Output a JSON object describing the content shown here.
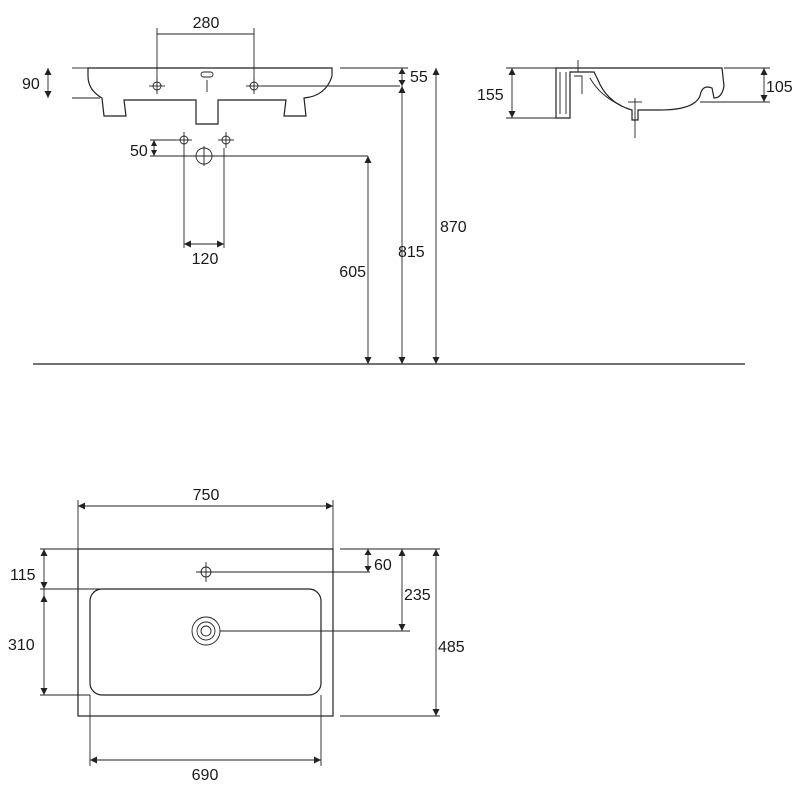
{
  "views": {
    "front": {
      "dims": {
        "tap_spacing": "280",
        "basin_height": "90",
        "top_offset": "55",
        "outlet_offset": "50",
        "pipe_width": "120",
        "outlet_height": "605",
        "bottom_height": "815",
        "top_height": "870"
      }
    },
    "side": {
      "dims": {
        "depth_total": "155",
        "depth_bowl": "105"
      }
    },
    "plan": {
      "dims": {
        "width_outer": "750",
        "width_inner": "690",
        "back_to_bowl": "115",
        "bowl_depth": "310",
        "tap_offset": "60",
        "drain_offset": "235",
        "total_depth": "485"
      }
    }
  }
}
